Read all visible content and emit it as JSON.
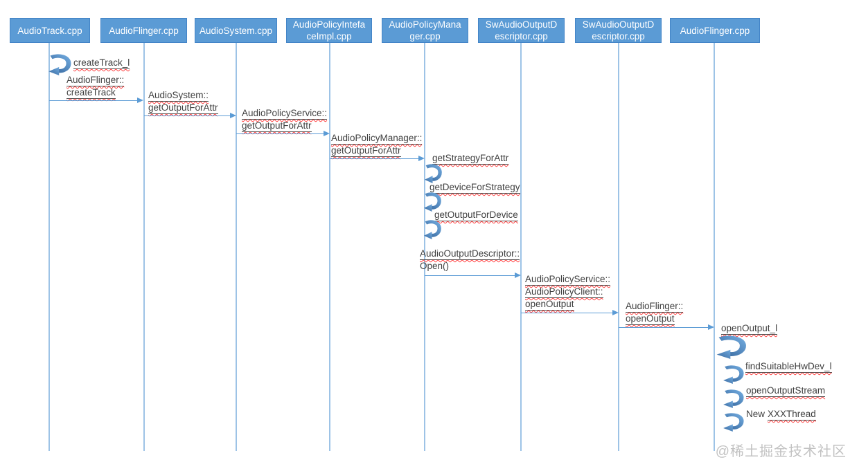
{
  "actors": [
    {
      "line1": "AudioTrack.cpp",
      "line2": ""
    },
    {
      "line1": "AudioFlinger.cpp",
      "line2": ""
    },
    {
      "line1": "AudioSystem.cpp",
      "line2": ""
    },
    {
      "line1": "AudioPolicyIntefa",
      "line2": "ceImpl.cpp"
    },
    {
      "line1": "AudioPolicyMana",
      "line2": "ger.cpp"
    },
    {
      "line1": "SwAudioOutputD",
      "line2": "escriptor.cpp"
    },
    {
      "line1": "SwAudioOutputD",
      "line2": "escriptor.cpp"
    },
    {
      "line1": "AudioFlinger.cpp",
      "line2": ""
    }
  ],
  "messages": [
    {
      "lines": [
        "AudioFlinger::",
        "createTrack"
      ]
    },
    {
      "lines": [
        "AudioSystem::",
        "getOutputForAttr"
      ]
    },
    {
      "lines": [
        "AudioPolicyService::",
        "getOutputForAttr"
      ]
    },
    {
      "lines": [
        "AudioPolicyManager::",
        "getOutputForAttr"
      ]
    },
    {
      "lines": [
        "AudioOutputDescriptor::",
        "Open()"
      ]
    },
    {
      "lines": [
        "AudioPolicyService::",
        "AudioPolicyClient::",
        "openOutput"
      ]
    },
    {
      "lines": [
        "AudioFlinger::",
        "openOutput"
      ]
    }
  ],
  "self_calls": [
    {
      "label": "createTrack_l"
    },
    {
      "label": "getStrategyForAttr"
    },
    {
      "label": "getDeviceForStrategy"
    },
    {
      "label": "getOutputForDevice"
    },
    {
      "label": "openOutput_l"
    },
    {
      "label": "findSuitableHwDev_l"
    },
    {
      "label": "openOutputStream"
    },
    {
      "prefix": "New",
      "label": "XXXThread"
    }
  ],
  "watermark": "@稀土掘金技术社区",
  "colors": {
    "actor_fill": "#5B9BD5",
    "actor_border": "#4384C7",
    "lifeline": "#9DC3E6",
    "arrow": "#5B9BD5",
    "loop_light": "#6FA8DC",
    "loop_dark": "#38689E",
    "spellcheck": "#FF4040",
    "text": "#3F3F3F",
    "watermark": "#C2C2C2"
  }
}
